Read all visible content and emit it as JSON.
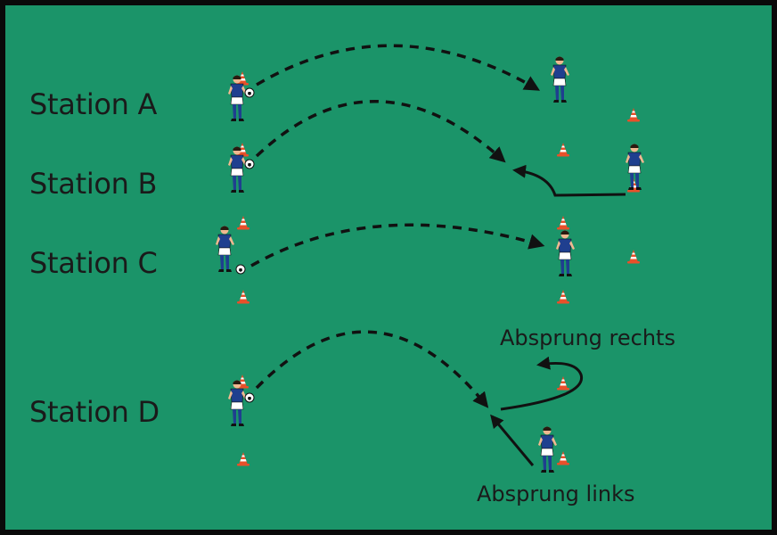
{
  "diagram": {
    "type": "football-training-drill",
    "colors": {
      "field": "#1b9469",
      "border": "#0a0a0a",
      "lines": "#111111",
      "jersey": "#1f3f8f",
      "shorts": "#ffffff",
      "socks": "#1f3f8f",
      "cone": "#e8502a",
      "skin": "#f0b890"
    },
    "stations": [
      {
        "label": "Station A"
      },
      {
        "label": "Station B"
      },
      {
        "label": "Station C"
      },
      {
        "label": "Station D"
      }
    ],
    "annotations": {
      "right_takeoff": "Absprung rechts",
      "left_takeoff": "Absprung links"
    },
    "icons": [
      "player-figure",
      "ball-icon",
      "cone-icon",
      "dashed-pass-arrow",
      "solid-run-arrow"
    ]
  }
}
